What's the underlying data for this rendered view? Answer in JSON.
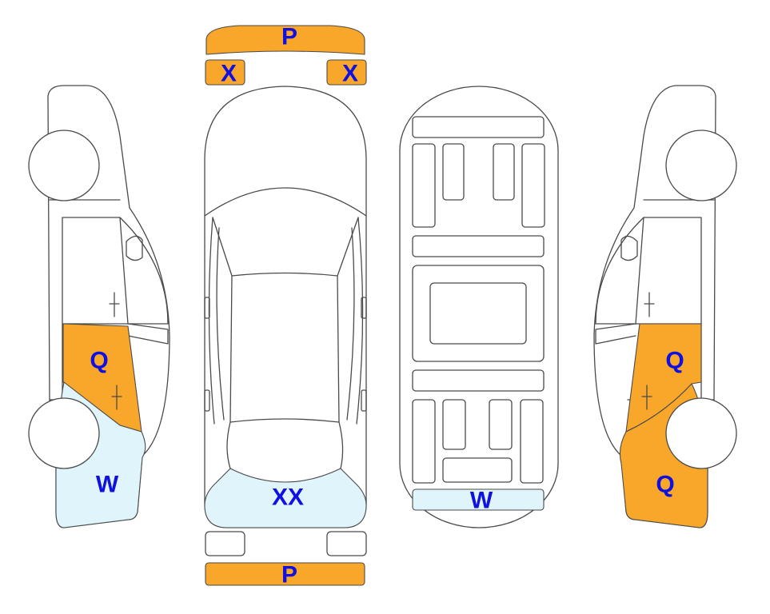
{
  "colors": {
    "damage_major": "#F9A72B",
    "damage_minor": "#DFF4FB",
    "label": "#1010E0",
    "outline": "#4a4a4a"
  },
  "labels": {
    "front_bumper": "P",
    "left_headlight": "X",
    "right_headlight": "X",
    "rear_bumper": "P",
    "left_front_door": "Q",
    "left_rear_quarter": "W",
    "rear_window": "XX",
    "underbody_rear": "W",
    "right_front_door": "Q",
    "right_rear_quarter": "Q"
  }
}
